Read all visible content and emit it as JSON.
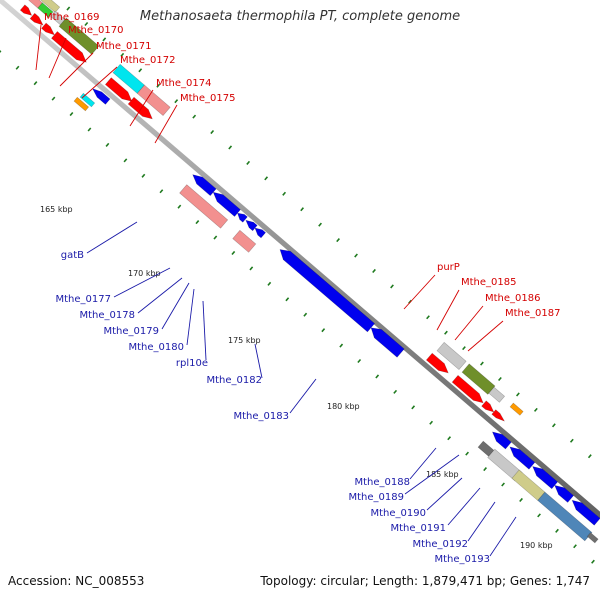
{
  "title": "Methanosaeta thermophila PT, complete genome",
  "footer": {
    "accession": "Accession: NC_008553",
    "topology": "Topology: circular; Length: 1,879,471 bp; Genes: 1,747"
  },
  "colors": {
    "backbone": "#8a8a8a",
    "forward_label": "#d40000",
    "reverse_label": "#1a1aa8",
    "forward_gene": "#ff0000",
    "reverse_gene": "#0000ee",
    "tick": "#1f7a1f",
    "salmon": "#f2908f",
    "olive": "#6f8f2a",
    "khaki": "#cfcc8a",
    "light_gray": "#c8c8c8",
    "cyan": "#00e5ee",
    "orange": "#ff9a00",
    "green": "#33cc33",
    "dark_gray": "#6e6e6e",
    "steel_blue": "#4f86b8"
  },
  "scale_labels": [
    "165 kbp",
    "170 kbp",
    "175 kbp",
    "180 kbp",
    "185 kbp",
    "190 kbp"
  ],
  "forward_labels": [
    "Mthe_0169",
    "Mthe_0170",
    "Mthe_0171",
    "Mthe_0172",
    "Mthe_0174",
    "Mthe_0175",
    "purP",
    "Mthe_0185",
    "Mthe_0186",
    "Mthe_0187"
  ],
  "reverse_labels": [
    "gatB",
    "Mthe_0177",
    "Mthe_0178",
    "Mthe_0179",
    "Mthe_0180",
    "rpl10e",
    "Mthe_0182",
    "Mthe_0183",
    "Mthe_0188",
    "Mthe_0189",
    "Mthe_0190",
    "Mthe_0191",
    "Mthe_0192",
    "Mthe_0193"
  ]
}
